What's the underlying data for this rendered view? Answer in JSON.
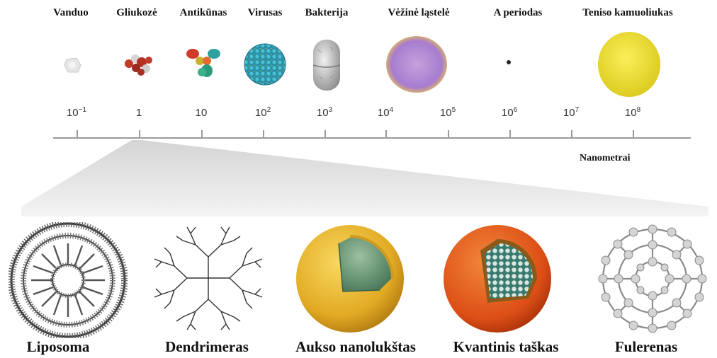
{
  "scale_objects": [
    {
      "id": "water",
      "label": "Vanduo",
      "icon": "water-molecule-icon"
    },
    {
      "id": "glucose",
      "label": "Gliukozė",
      "icon": "glucose-molecule-icon"
    },
    {
      "id": "antibody",
      "label": "Antikūnas",
      "icon": "antibody-icon"
    },
    {
      "id": "virus",
      "label": "Virusas",
      "icon": "virus-icon"
    },
    {
      "id": "bacteria",
      "label": "Bakterija",
      "icon": "bacteria-icon"
    },
    {
      "id": "cancer_cell",
      "label": "Vėžinė ląstelė",
      "icon": "cancer-cell-icon"
    },
    {
      "id": "period",
      "label": "A periodas",
      "icon": "period-dot-icon"
    },
    {
      "id": "tennis_ball",
      "label": "Teniso kamuoliukas",
      "icon": "tennis-ball-icon"
    }
  ],
  "axis": {
    "ticks": [
      {
        "base": "10",
        "exp": "−1"
      },
      {
        "base": "1",
        "exp": ""
      },
      {
        "base": "10",
        "exp": ""
      },
      {
        "base": "10",
        "exp": "2"
      },
      {
        "base": "10",
        "exp": "3"
      },
      {
        "base": "10",
        "exp": "4"
      },
      {
        "base": "10",
        "exp": "5"
      },
      {
        "base": "10",
        "exp": "6"
      },
      {
        "base": "10",
        "exp": "7"
      },
      {
        "base": "10",
        "exp": "8"
      }
    ],
    "unit": "Nanometrai"
  },
  "nanoparticles": [
    {
      "id": "liposome",
      "label": "Liposoma",
      "icon": "liposome-icon"
    },
    {
      "id": "dendrimer",
      "label": "Dendrimeras",
      "icon": "dendrimer-icon"
    },
    {
      "id": "gold_nanoshell",
      "label": "Aukso nanolukštas",
      "icon": "gold-nanoshell-icon"
    },
    {
      "id": "quantum_dot",
      "label": "Kvantinis taškas",
      "icon": "quantum-dot-icon"
    },
    {
      "id": "fullerene",
      "label": "Fulerenas",
      "icon": "fullerene-icon"
    }
  ],
  "colors": {
    "axis": "#9a9a9a",
    "gold": "#e8b730",
    "shell_inner": "#5a8a6a",
    "quantum_orange": "#e0561a",
    "tennis": "#f2e233",
    "cancer": "#b08ad0",
    "virus": "#2e9fb3"
  }
}
